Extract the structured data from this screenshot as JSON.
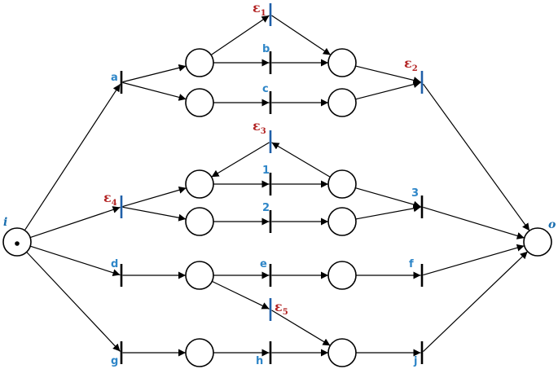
{
  "colors": {
    "arc": "#000000",
    "transition": "#000000",
    "silent_transition": "#1f5fa8",
    "label": "#2e86c8",
    "epsilon_label": "#b22222",
    "io_label": "#1a6fb0"
  },
  "places": [
    {
      "id": "i",
      "label": "i",
      "tokens": 1
    },
    {
      "id": "p1",
      "label": "",
      "tokens": 0
    },
    {
      "id": "p2",
      "label": "",
      "tokens": 0
    },
    {
      "id": "p3",
      "label": "",
      "tokens": 0
    },
    {
      "id": "p4",
      "label": "",
      "tokens": 0
    },
    {
      "id": "p5",
      "label": "",
      "tokens": 0
    },
    {
      "id": "p6",
      "label": "",
      "tokens": 0
    },
    {
      "id": "p7",
      "label": "",
      "tokens": 0
    },
    {
      "id": "p8",
      "label": "",
      "tokens": 0
    },
    {
      "id": "p9",
      "label": "",
      "tokens": 0
    },
    {
      "id": "p10",
      "label": "",
      "tokens": 0
    },
    {
      "id": "p11",
      "label": "",
      "tokens": 0
    },
    {
      "id": "p12",
      "label": "",
      "tokens": 0
    },
    {
      "id": "o",
      "label": "o",
      "tokens": 0
    }
  ],
  "transitions": [
    {
      "id": "a",
      "label": "a",
      "silent": false
    },
    {
      "id": "b",
      "label": "b",
      "silent": false
    },
    {
      "id": "c",
      "label": "c",
      "silent": false
    },
    {
      "id": "d",
      "label": "d",
      "silent": false
    },
    {
      "id": "e",
      "label": "e",
      "silent": false
    },
    {
      "id": "f",
      "label": "f",
      "silent": false
    },
    {
      "id": "g",
      "label": "g",
      "silent": false
    },
    {
      "id": "h",
      "label": "h",
      "silent": false
    },
    {
      "id": "j",
      "label": "j",
      "silent": false
    },
    {
      "id": "t1",
      "label": "1",
      "silent": false
    },
    {
      "id": "t2",
      "label": "2",
      "silent": false
    },
    {
      "id": "t3",
      "label": "3",
      "silent": false
    },
    {
      "id": "e1",
      "label": "ε",
      "subscript": "1",
      "silent": true
    },
    {
      "id": "e2",
      "label": "ε",
      "subscript": "2",
      "silent": true
    },
    {
      "id": "e3",
      "label": "ε",
      "subscript": "3",
      "silent": true
    },
    {
      "id": "e4",
      "label": "ε",
      "subscript": "4",
      "silent": true
    },
    {
      "id": "e5",
      "label": "ε",
      "subscript": "5",
      "silent": true
    }
  ],
  "arcs": [
    [
      "i",
      "a"
    ],
    [
      "i",
      "e4"
    ],
    [
      "i",
      "d"
    ],
    [
      "i",
      "g"
    ],
    [
      "a",
      "p1"
    ],
    [
      "a",
      "p2"
    ],
    [
      "p1",
      "e1"
    ],
    [
      "p1",
      "b"
    ],
    [
      "p2",
      "c"
    ],
    [
      "e1",
      "p3"
    ],
    [
      "b",
      "p3"
    ],
    [
      "c",
      "p4"
    ],
    [
      "p3",
      "e2"
    ],
    [
      "p4",
      "e2"
    ],
    [
      "e2",
      "o"
    ],
    [
      "e4",
      "p5"
    ],
    [
      "e4",
      "p6"
    ],
    [
      "p5",
      "t1"
    ],
    [
      "p6",
      "t2"
    ],
    [
      "t1",
      "p7"
    ],
    [
      "t2",
      "p8"
    ],
    [
      "p7",
      "e3"
    ],
    [
      "e3",
      "p5"
    ],
    [
      "p7",
      "t3"
    ],
    [
      "p8",
      "t3"
    ],
    [
      "t3",
      "o"
    ],
    [
      "d",
      "p9"
    ],
    [
      "p9",
      "e"
    ],
    [
      "p9",
      "e5"
    ],
    [
      "e",
      "p10"
    ],
    [
      "p10",
      "f"
    ],
    [
      "f",
      "o"
    ],
    [
      "g",
      "p11"
    ],
    [
      "p11",
      "h"
    ],
    [
      "h",
      "p12"
    ],
    [
      "e5",
      "p12"
    ],
    [
      "p12",
      "j"
    ],
    [
      "j",
      "o"
    ]
  ]
}
